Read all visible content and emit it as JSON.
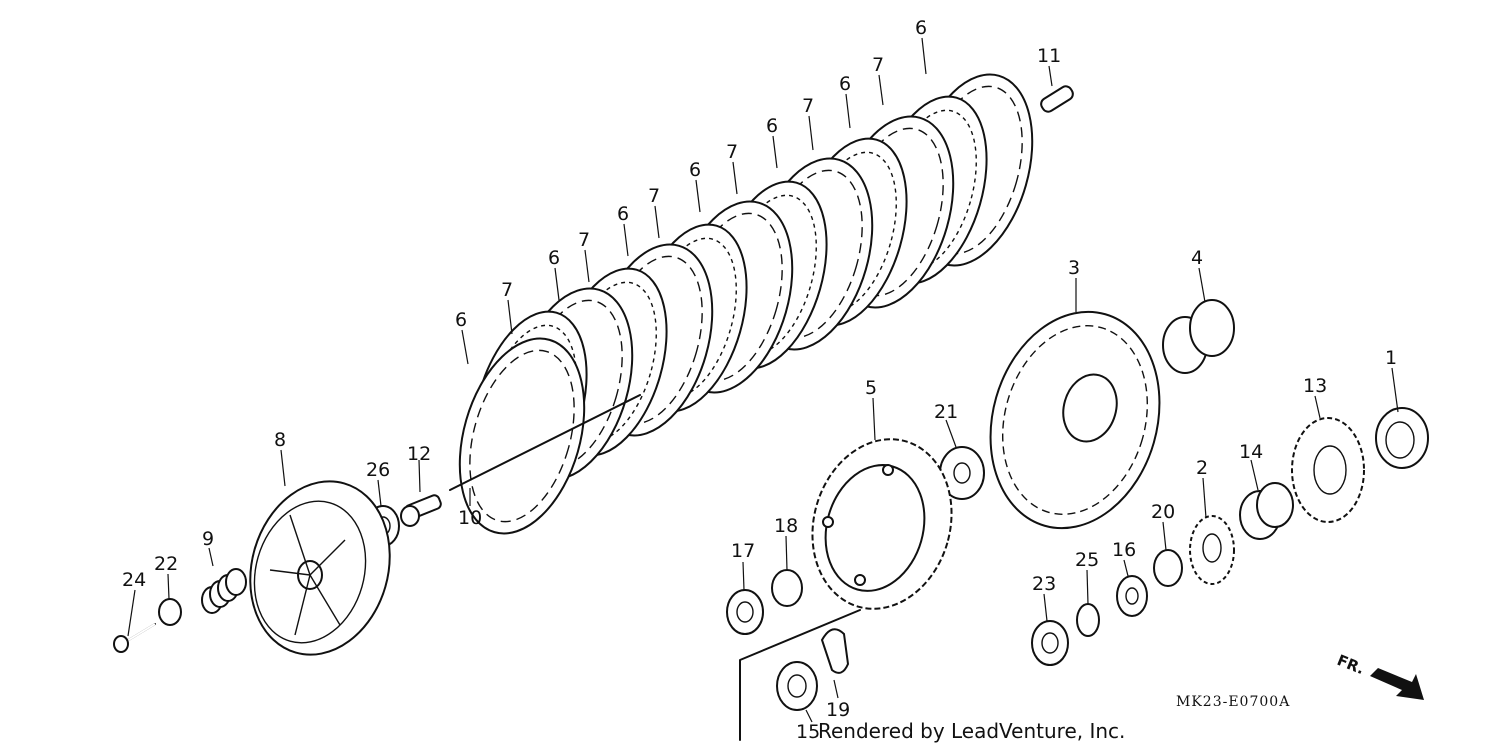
{
  "diagram": {
    "callouts": [
      {
        "id": "c1",
        "label": "1"
      },
      {
        "id": "c2",
        "label": "2"
      },
      {
        "id": "c3",
        "label": "3"
      },
      {
        "id": "c4",
        "label": "4"
      },
      {
        "id": "c5",
        "label": "5"
      },
      {
        "id": "c6a",
        "label": "6"
      },
      {
        "id": "c6b",
        "label": "6"
      },
      {
        "id": "c6c",
        "label": "6"
      },
      {
        "id": "c6d",
        "label": "6"
      },
      {
        "id": "c6e",
        "label": "6"
      },
      {
        "id": "c6f",
        "label": "6"
      },
      {
        "id": "c6g",
        "label": "6"
      },
      {
        "id": "c7a",
        "label": "7"
      },
      {
        "id": "c7b",
        "label": "7"
      },
      {
        "id": "c7c",
        "label": "7"
      },
      {
        "id": "c7d",
        "label": "7"
      },
      {
        "id": "c7e",
        "label": "7"
      },
      {
        "id": "c7f",
        "label": "7"
      },
      {
        "id": "c8",
        "label": "8"
      },
      {
        "id": "c9",
        "label": "9"
      },
      {
        "id": "c10",
        "label": "10"
      },
      {
        "id": "c11",
        "label": "11"
      },
      {
        "id": "c12",
        "label": "12"
      },
      {
        "id": "c13",
        "label": "13"
      },
      {
        "id": "c14",
        "label": "14"
      },
      {
        "id": "c15",
        "label": "15"
      },
      {
        "id": "c16",
        "label": "16"
      },
      {
        "id": "c17",
        "label": "17"
      },
      {
        "id": "c18",
        "label": "18"
      },
      {
        "id": "c19",
        "label": "19"
      },
      {
        "id": "c20",
        "label": "20"
      },
      {
        "id": "c21",
        "label": "21"
      },
      {
        "id": "c22",
        "label": "22"
      },
      {
        "id": "c23",
        "label": "23"
      },
      {
        "id": "c24",
        "label": "24"
      },
      {
        "id": "c25",
        "label": "25"
      },
      {
        "id": "c26",
        "label": "26"
      }
    ],
    "drawing_code": "MK23-E0700A",
    "credit": "Rendered by LeadVenture, Inc.",
    "front_marker": "FR."
  }
}
